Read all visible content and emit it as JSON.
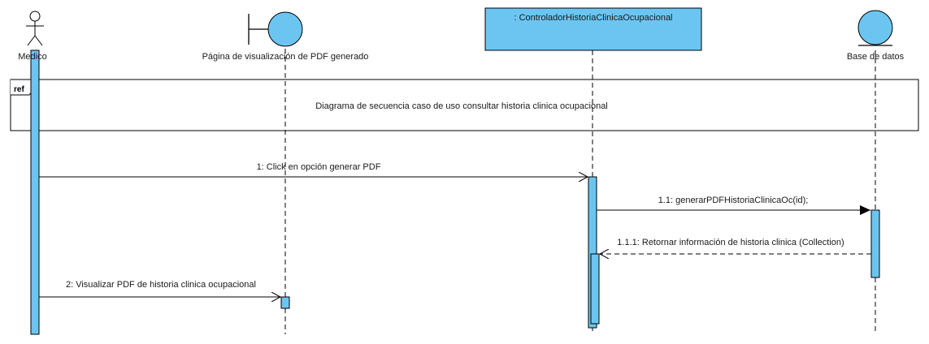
{
  "diagram": {
    "participants": {
      "actor": "Medico",
      "boundary": "Página de visualización de PDF generado",
      "controller": ": ControladorHistoriaClinicaOcupacional",
      "entity": "Base de datos"
    },
    "ref": {
      "tag": "ref",
      "text": "Diagrama de secuencia caso de uso consultar historia clinica ocupacional"
    },
    "messages": {
      "m1": "1: Click en opción generar PDF",
      "m11": "1.1: generarPDFHistoriaClinicaOc(id);",
      "m111": "1.1.1: Retornar información de historia clinica (Collection)",
      "m2": "2: Visualizar PDF de historia clinica ocupacional"
    },
    "colors": {
      "fill": "#6cc5f0",
      "stroke": "#000000"
    }
  }
}
